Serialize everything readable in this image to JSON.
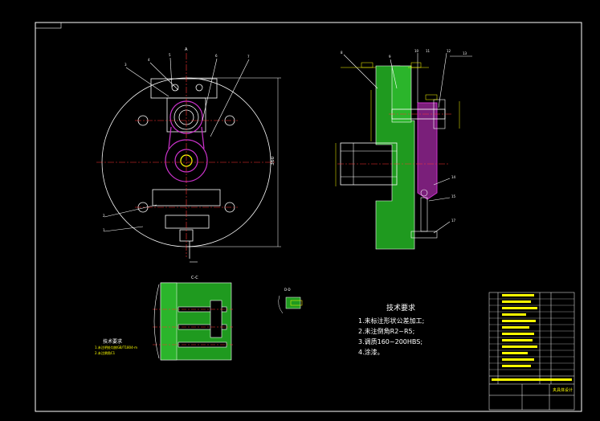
{
  "drawing": {
    "background": "#000000",
    "line_colors": {
      "outline": "#ffffff",
      "center": "#ff3333",
      "part_green": "#22aa22",
      "part_magenta": "#cc33cc",
      "dimension": "#ffff00",
      "cyan": "#00e5ff"
    },
    "section_labels": {
      "top_marker": "A",
      "view_cc": "C-C",
      "view_dd": "D-D",
      "height_dim": "360"
    },
    "technical_requirements": {
      "title": "技术要求",
      "items": [
        "1.未标注形状公差加工;",
        "2.未注倒角R2~R5;",
        "3.调质160~200HBS;",
        "4.涂漆。"
      ]
    },
    "left_note": {
      "title": "技术要求",
      "items": [
        "1.未注明处均按GB/T1804-m",
        "2.未注倒角C1"
      ]
    },
    "title_block": {
      "footer_label": "夹具体设计"
    }
  }
}
